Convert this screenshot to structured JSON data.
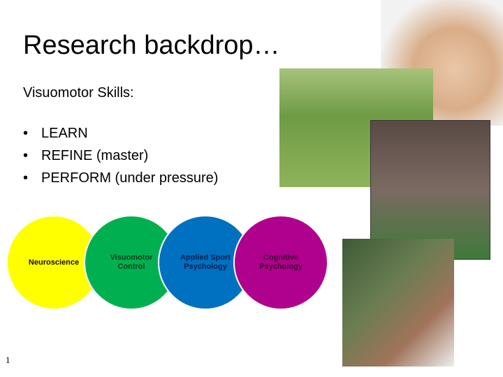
{
  "slide": {
    "title": "Research backdrop…",
    "subtitle": "Visuomotor Skills:",
    "bullets": [
      "LEARN",
      "REFINE (master)",
      "PERFORM (under pressure)"
    ],
    "page_number": "1"
  },
  "circles": [
    {
      "label": "Neuroscience",
      "color": "#ffff00",
      "text_color": "#111111"
    },
    {
      "label": "Visuomotor Control",
      "color": "#00b050",
      "text_color": "#0b3a1c"
    },
    {
      "label": "Applied Sport Psychology",
      "color": "#0070c0",
      "text_color": "#0b1f52"
    },
    {
      "label": "Cognitive Psychology",
      "color": "#b0008e",
      "text_color": "#3d0030"
    }
  ]
}
